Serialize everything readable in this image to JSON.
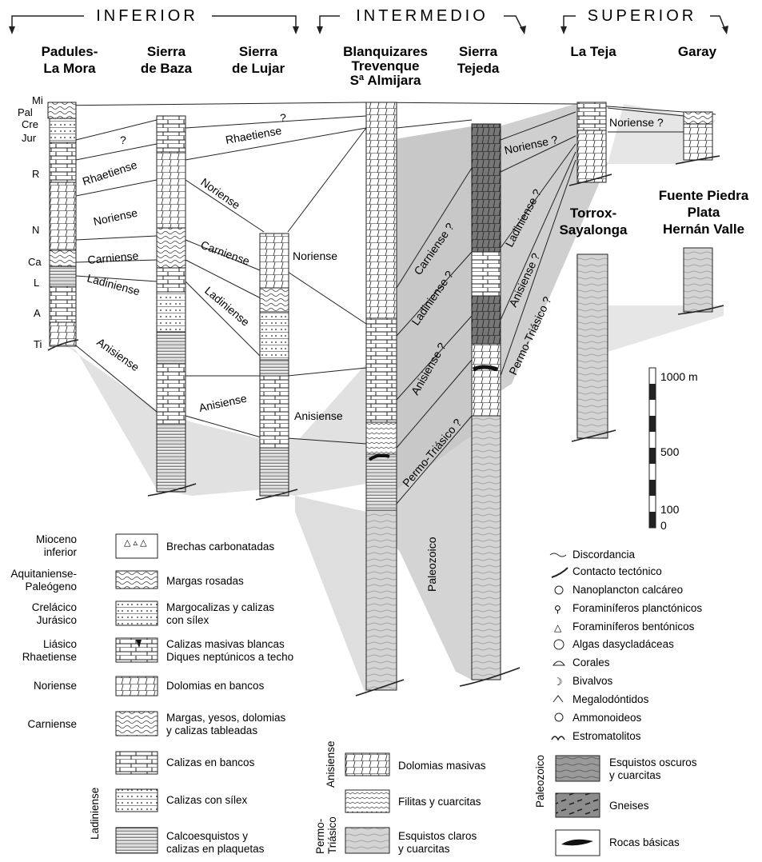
{
  "groups": {
    "inferior": "INFERIOR",
    "intermedio": "INTERMEDIO",
    "superior": "SUPERIOR"
  },
  "columns": {
    "padules": [
      "Padules-",
      "La Mora"
    ],
    "baza": [
      "Sierra",
      "de Baza"
    ],
    "lujar": [
      "Sierra",
      "de Lujar"
    ],
    "blanquizares": [
      "Blanquizares",
      "Trevenque",
      "Sª Almijara"
    ],
    "tejeda": [
      "Sierra",
      "Tejeda"
    ],
    "teja": [
      "La Teja"
    ],
    "garay": [
      "Garay"
    ],
    "torrox": [
      "Torrox-",
      "Sayalonga"
    ],
    "fuente": [
      "Fuente Piedra",
      "Plata",
      "Hernán Valle"
    ]
  },
  "age_abbrev": [
    "Mi",
    "Pal",
    "Cre",
    "Jur",
    "R",
    "N",
    "Ca",
    "L",
    "A",
    "Ti"
  ],
  "units": {
    "q1": "?",
    "q2": "?",
    "rhaetiense_a": "Rhaetiense",
    "rhaetiense_b": "Rhaetiense",
    "noriense_a": "Noriense",
    "noriense_b": "Noriense",
    "noriense_c": "Noriense",
    "noriense_d": "Noriense ?",
    "noriense_e": "Noriense ?",
    "carniense_a": "Carniense",
    "carniense_b": "Carniense",
    "carniense_c": "Carniense ?",
    "ladiniense_a": "Ladiniense",
    "ladiniense_b": "Ladiniense",
    "ladiniense_c": "Ladiniense ?",
    "ladiniense_d": "Ladiniense ?",
    "anisiense_a": "Anisiense",
    "anisiense_b": "Anisiense",
    "anisiense_c": "Anisiense",
    "anisiense_d": "Anisiense ?",
    "anisiense_e": "Anisiense ?",
    "permo_a": "Permo-Triásico ?",
    "permo_b": "Permo-Triásico ?",
    "paleozoico": "Paleozoico"
  },
  "scale": {
    "label_1000": "1000 m",
    "label_500": "500",
    "label_100": "100",
    "label_0": "0"
  },
  "legend_left": [
    {
      "age": [
        "Mioceno",
        "inferior"
      ],
      "desc": [
        "Brechas carbonatadas"
      ]
    },
    {
      "age": [
        "Aquitaniense-",
        "Paleógeno"
      ],
      "desc": [
        "Margas rosadas"
      ]
    },
    {
      "age": [
        "Crelácico",
        "Jurásico"
      ],
      "desc": [
        "Margocalizas y calizas",
        "con sílex"
      ]
    },
    {
      "age": [
        "Liásico",
        "Rhaetiense"
      ],
      "desc": [
        "Calizas masivas blancas",
        "Diques neptúnicos a techo"
      ]
    },
    {
      "age": [
        "Noriense"
      ],
      "desc": [
        "Dolomias en bancos"
      ]
    },
    {
      "age": [
        "Carniense"
      ],
      "desc": [
        "Margas, yesos, dolomias",
        "y calizas tableadas"
      ]
    },
    {
      "age": [],
      "desc": [
        "Calizas en bancos"
      ]
    },
    {
      "age": [],
      "desc": [
        "Calizas con sílex"
      ]
    },
    {
      "age": [],
      "desc": [
        "Calcoesquistos y",
        "calizas en plaquetas"
      ]
    }
  ],
  "legend_ladiniense": "Ladiniense",
  "legend_mid": [
    {
      "desc": [
        "Dolomias masivas"
      ]
    },
    {
      "desc": [
        "Filitas y cuarcitas"
      ]
    },
    {
      "desc": [
        "Esquistos claros",
        "y cuarcitas"
      ]
    }
  ],
  "legend_mid_age_anisiense": "Anisiense",
  "legend_mid_age_permo": [
    "Permo-",
    "Triásico"
  ],
  "legend_symbols": [
    "Discordancia",
    "Contacto tectónico",
    "Nanoplancton calcáreo",
    "Foraminíferos planctónicos",
    "Foraminíferos bentónicos",
    "Algas dasycladáceas",
    "Corales",
    "Bivalvos",
    "Megalodóntidos",
    "Ammonoideos",
    "Estromatolitos"
  ],
  "legend_right": [
    {
      "desc": [
        "Esquistos oscuros",
        "y cuarcitas"
      ]
    },
    {
      "desc": [
        "Gneises"
      ]
    },
    {
      "desc": [
        "Rocas básicas"
      ]
    }
  ],
  "legend_right_age": "Paleozoico",
  "colors": {
    "shade_dark": "#b8b8b8",
    "shade_light": "#d9d9d9",
    "ink": "#111111"
  }
}
